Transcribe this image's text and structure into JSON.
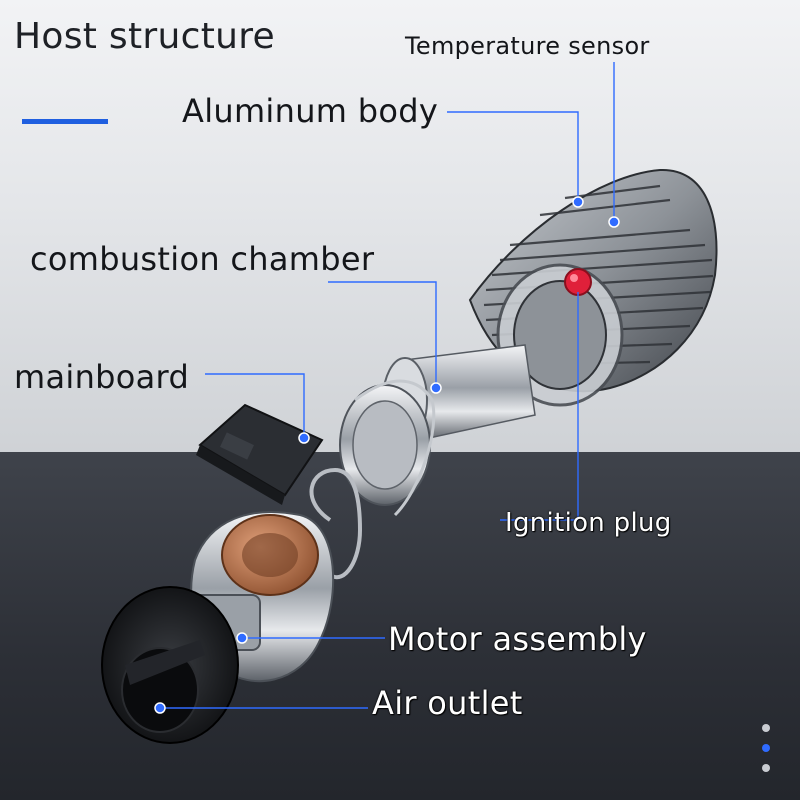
{
  "title": "Host structure",
  "colors": {
    "accent": "#1f5fe0",
    "leader_line": "#2f6bff",
    "marker": "#2f6bff",
    "background_top": "#e4e6e9",
    "background_bottom": "#2c2f36"
  },
  "labels": {
    "temperature_sensor": "Temperature sensor",
    "aluminum_body": "Aluminum body",
    "combustion_chamber": "combustion chamber",
    "mainboard": "mainboard",
    "ignition_plug": "Ignition plug",
    "motor_assembly": "Motor assembly",
    "air_outlet": "Air outlet"
  },
  "pagination": {
    "count": 3,
    "active": 2
  }
}
